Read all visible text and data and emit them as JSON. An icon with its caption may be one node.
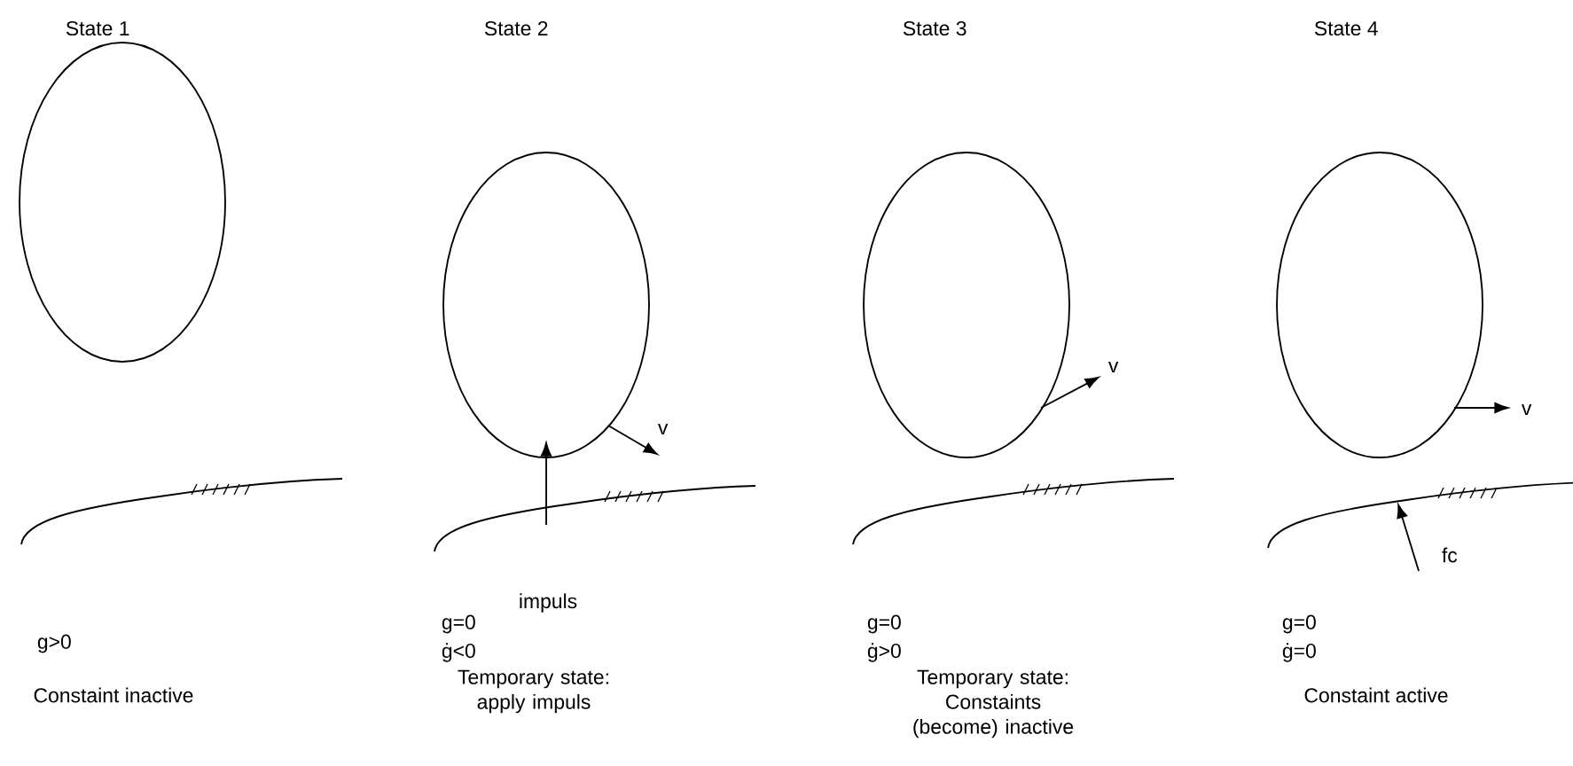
{
  "diagram": {
    "nodes": [
      {
        "text": [],
        "shape": "ellipse"
      },
      {
        "text": [],
        "shape": "ellipse"
      },
      {
        "text": [],
        "shape": "ellipse"
      },
      {
        "text": [],
        "shape": "ellipse"
      }
    ],
    "labels": [
      "State 1",
      "State 2",
      "State 3",
      "State 4",
      "v",
      "v",
      "v",
      "impuls",
      "fc",
      "g>0",
      "g=0",
      "ġ<0",
      "g=0",
      "ġ>0",
      "g=0",
      "ġ=0",
      "Constaint inactive",
      "Temporary state: apply impuls",
      "Temporary state: Constaints (become) inactive",
      "Constaint active"
    ]
  }
}
